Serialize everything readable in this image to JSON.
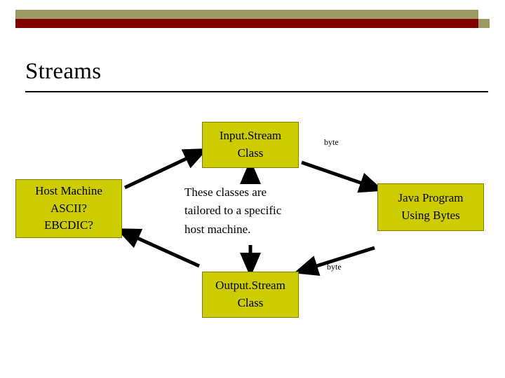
{
  "slide": {
    "title": "Streams"
  },
  "diagram": {
    "boxes": [
      {
        "id": "inputstream",
        "line1": "Input.Stream",
        "line2": "Class"
      },
      {
        "id": "host",
        "line1": "Host Machine",
        "line2": "ASCII?",
        "line3": "EBCDIC?"
      },
      {
        "id": "java",
        "line1": "Java Program",
        "line2": "Using Bytes"
      },
      {
        "id": "outputstream",
        "line1": "Output.Stream",
        "line2": "Class"
      }
    ],
    "center_text": {
      "line1": "These classes are",
      "line2": "tailored to a specific",
      "line3": "host machine."
    },
    "labels": {
      "byte_top": "byte",
      "byte_bottom": "byte"
    }
  },
  "colors": {
    "box_fill": "#cccc00",
    "box_border": "#808000",
    "bar_olive": "#9a9a62",
    "bar_dark_red": "#800000",
    "text": "#000000"
  }
}
